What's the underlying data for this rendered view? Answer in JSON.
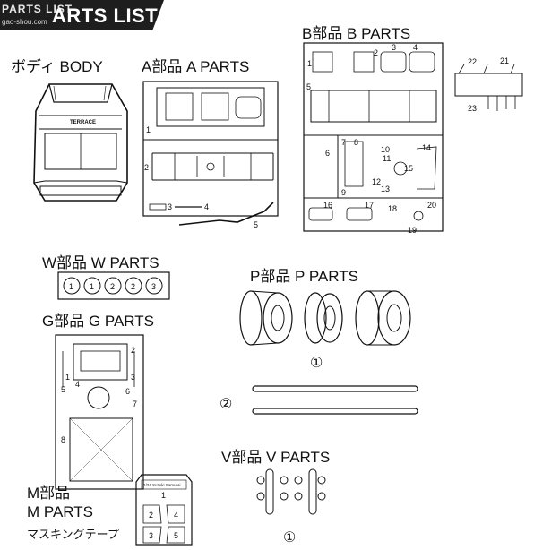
{
  "header": {
    "title": "ARTS LIST",
    "watermark_line1": "PARTS LIST",
    "watermark_line2": "gao-shou.com"
  },
  "sections": {
    "body": {
      "label": "ボディ  BODY",
      "part_text": "TERRACE"
    },
    "a_parts": {
      "label": "A部品  A PARTS",
      "numbers": [
        "1",
        "2",
        "3",
        "4",
        "5"
      ]
    },
    "b_parts": {
      "label": "B部品  B PARTS",
      "numbers": [
        "1",
        "2",
        "3",
        "4",
        "5",
        "6",
        "7",
        "8",
        "9",
        "10",
        "11",
        "12",
        "13",
        "14",
        "15",
        "16",
        "17",
        "18",
        "19",
        "20"
      ]
    },
    "b_extra": {
      "numbers": [
        "21",
        "22",
        "23"
      ]
    },
    "w_parts": {
      "label": "W部品  W PARTS",
      "numbers": [
        "1",
        "1",
        "2",
        "2",
        "3"
      ]
    },
    "p_parts": {
      "label": "P部品  P PARTS",
      "marker": "①"
    },
    "shafts": {
      "marker": "②"
    },
    "g_parts": {
      "label": "G部品  G PARTS",
      "numbers": [
        "1",
        "2",
        "3",
        "4",
        "5",
        "6",
        "7",
        "8"
      ]
    },
    "v_parts": {
      "label": "V部品  V PARTS",
      "marker": "①"
    },
    "m_parts": {
      "label_line1": "M部品",
      "label_line2": "M PARTS",
      "label_line3": "マスキングテープ",
      "sheet_title": "1/24 Suzuki Samurai",
      "numbers": [
        "1",
        "2",
        "3",
        "4",
        "5"
      ]
    }
  }
}
